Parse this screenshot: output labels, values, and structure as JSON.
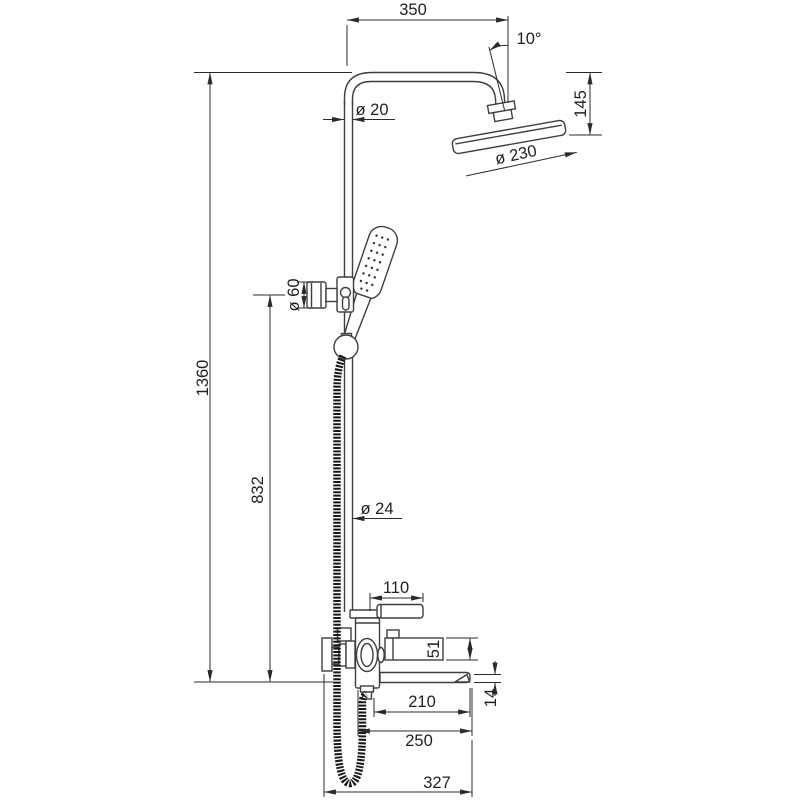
{
  "drawing": {
    "title": "shower-column-technical-drawing",
    "dimension_labels": {
      "top_width": "350",
      "head_angle": "10°",
      "head_drop": "145",
      "pipe_diameter_top": "ø 20",
      "head_diameter": "ø 230",
      "holder_knob_diameter": "ø 60",
      "total_height": "1360",
      "hand_shower_height": "832",
      "pipe_diameter_lower": "ø 24",
      "lever_length": "110",
      "diverter_height": "51",
      "spout_thickness": "14",
      "spout_reach": "210",
      "spout_overall_reach": "250",
      "base_width": "327"
    },
    "line_color": "#3f3f3f",
    "dim_color": "#2b2b2b",
    "background": "#ffffff"
  }
}
